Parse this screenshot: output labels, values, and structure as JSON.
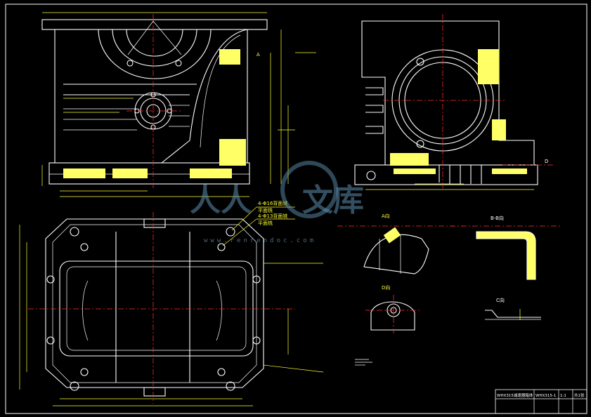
{
  "view_labels": {
    "a_view": "A向",
    "b_section": "B-B向",
    "d_view": "D向",
    "c_view": "C向",
    "mark_a": "A",
    "mark_d": "D"
  },
  "callouts": {
    "holes_16": "4-Φ16背面铣",
    "holes_13": "4-Φ13背面铣",
    "flat_note": "平面铣",
    "flat_note2": "平面铣"
  },
  "title_block": {
    "part_name": "WHX315减速器箱体",
    "drawing_no": "WHX315-1",
    "scale": "1:1",
    "sheet": "共1张"
  },
  "watermark": {
    "text_left": "人人",
    "text_right": "文库",
    "url": "www.renrendoc.com"
  }
}
